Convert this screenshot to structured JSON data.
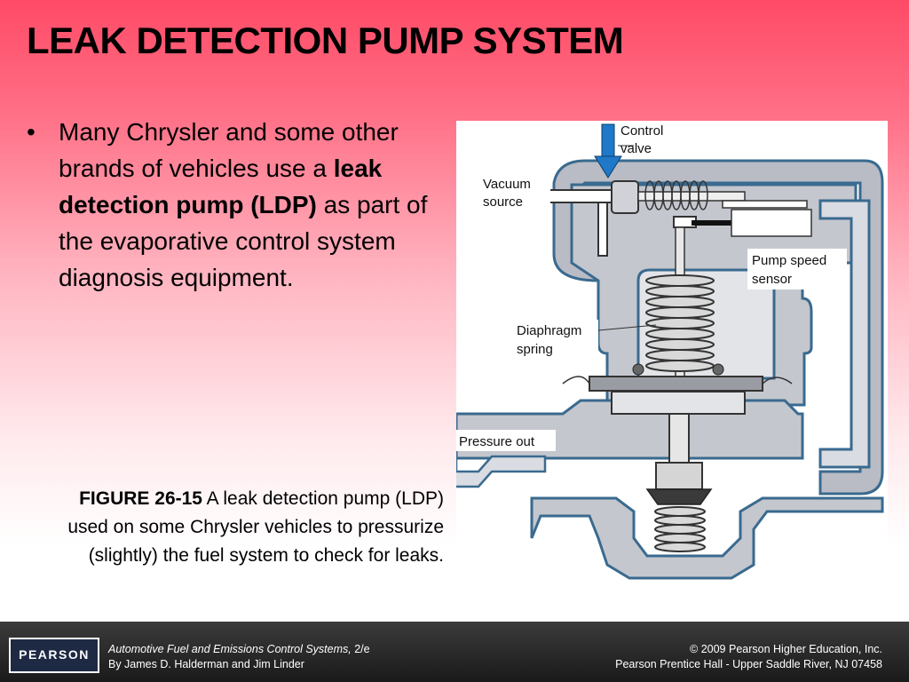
{
  "slide": {
    "title": "LEAK DETECTION PUMP SYSTEM",
    "bullet": {
      "marker": "•",
      "text_1": "Many Chrysler and some other brands of vehicles use a ",
      "bold": "leak detection pump (LDP)",
      "text_2": " as part of the evaporative control system diagnosis equipment."
    },
    "caption": {
      "figure_label": "FIGURE 26-15",
      "text": " A leak detection pump (LDP) used on some Chrysler vehicles to pressurize (slightly) the fuel system to check for leaks."
    }
  },
  "figure": {
    "labels": {
      "control_valve_1": "Control",
      "control_valve_2": "valve",
      "vacuum_source_1": "Vacuum",
      "vacuum_source_2": "source",
      "pump_speed_sensor_1": "Pump speed",
      "pump_speed_sensor_2": "sensor",
      "diaphragm_spring_1": "Diaphragm",
      "diaphragm_spring_2": "spring",
      "pressure_out": "Pressure out"
    },
    "colors": {
      "housing_fill": "#b9bcc4",
      "housing_outline": "#3a6a8f",
      "arrow": "#1f78c8"
    }
  },
  "footer": {
    "logo": "PEARSON",
    "book_title": "Automotive Fuel and Emissions Control Systems,",
    "edition": " 2/e",
    "authors": "By James D. Halderman and Jim Linder",
    "copyright": "© 2009 Pearson Higher Education, Inc.",
    "publisher": "Pearson Prentice Hall - Upper Saddle River, NJ 07458"
  }
}
